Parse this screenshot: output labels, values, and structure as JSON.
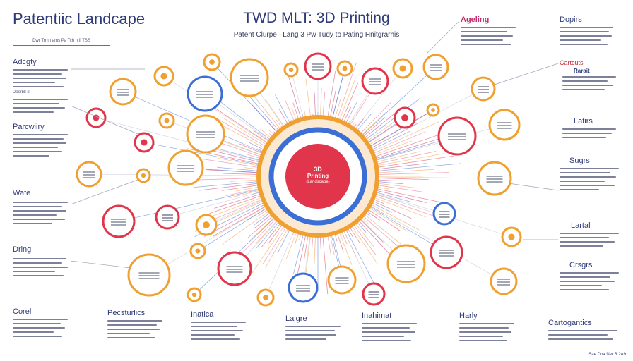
{
  "header": {
    "title_left": "Patentiic Landcape",
    "subtitle_box": "Dwr Trmn ams Pa Tch n fl TSS",
    "title_center": "TWD MLT: 3D Printing",
    "subtitle_center": "Patent Clurpe –Lang 3 Pw Tudy to Pating Hnitgrarhis"
  },
  "center_hub": {
    "line1": "3D",
    "line2": "Printing",
    "line3": "(Landscape)"
  },
  "left_sections": [
    {
      "title": "Adcgty",
      "label": ""
    },
    {
      "title": "",
      "label": "Dasrbll 2"
    },
    {
      "title": "Parcwiiry",
      "label": ""
    },
    {
      "title": "Wate",
      "label": ""
    },
    {
      "title": "Dring",
      "label": ""
    },
    {
      "title": "Corel",
      "label": ""
    }
  ],
  "bottom_sections": [
    {
      "title": "Pecsturlics"
    },
    {
      "title": "Inatica"
    },
    {
      "title": "Laigre"
    },
    {
      "title": "Inahimat"
    },
    {
      "title": "Harly"
    }
  ],
  "right_sections": [
    {
      "title": "Ageling"
    },
    {
      "title": "Dopirs"
    },
    {
      "title": "Cartcuts"
    },
    {
      "title": "Rarait"
    },
    {
      "title": "Latirs"
    },
    {
      "title": "Sugrs"
    },
    {
      "title": "Lartal"
    },
    {
      "title": "Crsgrs"
    },
    {
      "title": "Cartogantics"
    }
  ],
  "colors": {
    "navy": "#2f3b78",
    "red": "#e0354a",
    "orange": "#f0a030",
    "blue": "#3b6fd6",
    "magenta": "#c0306f"
  },
  "footer": "Sae Doa Ner B 2A9"
}
